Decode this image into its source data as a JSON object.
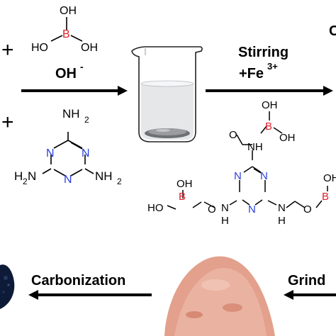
{
  "reagents": {
    "plus_top": "+",
    "plus_bottom": "+",
    "boric_acid": {
      "oh_top": "OH",
      "boron": "B",
      "oh_left": "HO",
      "oh_right": "OH"
    },
    "melamine": {
      "nh2_top": "NH",
      "nh2_left": "H",
      "nh2_right": "NH",
      "sub2": "2",
      "n": "N"
    }
  },
  "arrows": {
    "base_label": "OH",
    "base_sup": "-",
    "stirring_label": "Stirring",
    "fe_label": "+Fe",
    "fe_sup": "3+",
    "carbonization_label": "Carbonization",
    "grinding_label": "Grind"
  },
  "product": {
    "oh": "OH",
    "ho": "HO",
    "b": "B",
    "o": "O",
    "n": "N",
    "h": "H",
    "nh": "NH"
  },
  "edge_text": "C",
  "colors": {
    "boron": "#e0202a",
    "nitrogen": "#2a3fd6",
    "powder": "#e3a08c",
    "carbon": "#0d1a38"
  }
}
